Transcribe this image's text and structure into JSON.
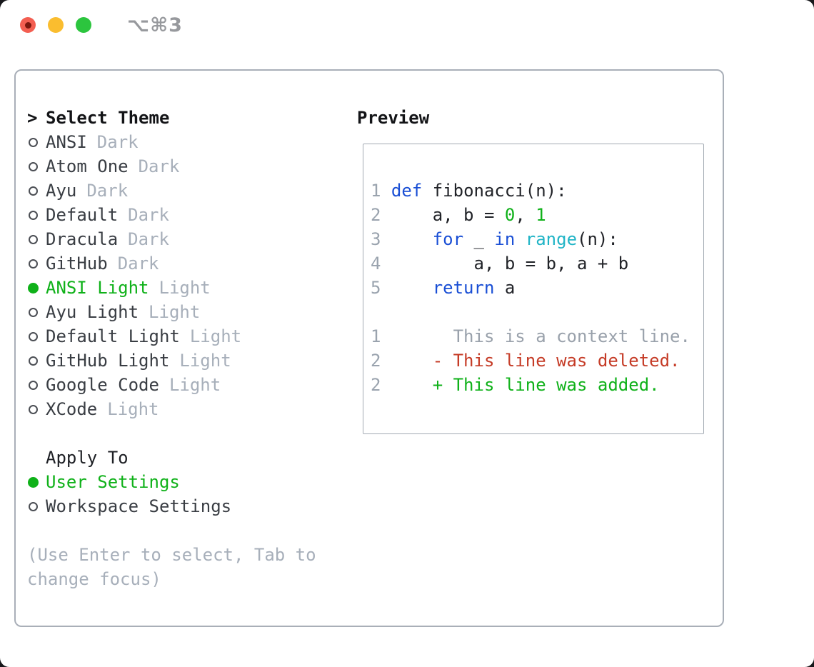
{
  "window": {
    "shortcut": "⌥⌘3",
    "traffic_lights": [
      "close",
      "minimize",
      "zoom"
    ]
  },
  "theme_panel": {
    "prompt": ">",
    "title": "Select Theme",
    "themes": [
      {
        "name": "ANSI",
        "variant": "Dark",
        "selected": false
      },
      {
        "name": "Atom One",
        "variant": "Dark",
        "selected": false
      },
      {
        "name": "Ayu",
        "variant": "Dark",
        "selected": false
      },
      {
        "name": "Default",
        "variant": "Dark",
        "selected": false
      },
      {
        "name": "Dracula",
        "variant": "Dark",
        "selected": false
      },
      {
        "name": "GitHub",
        "variant": "Dark",
        "selected": false
      },
      {
        "name": "ANSI Light",
        "variant": "Light",
        "selected": true
      },
      {
        "name": "Ayu Light",
        "variant": "Light",
        "selected": false
      },
      {
        "name": "Default Light",
        "variant": "Light",
        "selected": false
      },
      {
        "name": "GitHub Light",
        "variant": "Light",
        "selected": false
      },
      {
        "name": "Google Code",
        "variant": "Light",
        "selected": false
      },
      {
        "name": "XCode",
        "variant": "Light",
        "selected": false
      }
    ],
    "apply_to": {
      "title": "Apply To",
      "options": [
        {
          "label": "User Settings",
          "selected": true
        },
        {
          "label": "Workspace Settings",
          "selected": false
        }
      ]
    },
    "help": "(Use Enter to select, Tab to change focus)"
  },
  "preview": {
    "title": "Preview",
    "code_lines": [
      {
        "num": "1",
        "segments": [
          {
            "t": "def",
            "c": "kw"
          },
          {
            "t": " fibonacci(n):",
            "c": "fg"
          }
        ]
      },
      {
        "num": "2",
        "segments": [
          {
            "t": "    a, b = ",
            "c": "fg"
          },
          {
            "t": "0",
            "c": "num"
          },
          {
            "t": ", ",
            "c": "fg"
          },
          {
            "t": "1",
            "c": "num"
          }
        ]
      },
      {
        "num": "3",
        "segments": [
          {
            "t": "    ",
            "c": "fg"
          },
          {
            "t": "for",
            "c": "kw"
          },
          {
            "t": " _ ",
            "c": "fg"
          },
          {
            "t": "in",
            "c": "kw"
          },
          {
            "t": " ",
            "c": "fg"
          },
          {
            "t": "range",
            "c": "fn"
          },
          {
            "t": "(n):",
            "c": "fg"
          }
        ]
      },
      {
        "num": "4",
        "segments": [
          {
            "t": "        a, b = b, a + b",
            "c": "fg"
          }
        ]
      },
      {
        "num": "5",
        "segments": [
          {
            "t": "    ",
            "c": "fg"
          },
          {
            "t": "return",
            "c": "kw"
          },
          {
            "t": " a",
            "c": "fg"
          }
        ]
      }
    ],
    "diff_lines": [
      {
        "num": "1",
        "segments": [
          {
            "t": "      This is a context line.",
            "c": "ctx"
          }
        ]
      },
      {
        "num": "2",
        "segments": [
          {
            "t": "    - This line was deleted.",
            "c": "del"
          }
        ]
      },
      {
        "num": "2",
        "segments": [
          {
            "t": "    + This line was added.",
            "c": "add"
          }
        ]
      }
    ]
  },
  "colors": {
    "accentGreen": "#0fb119",
    "keywordBlue": "#1a4fd5",
    "functionCyan": "#20b4c6",
    "deletedRed": "#c53b26",
    "contextGray": "#99a1ab",
    "lineNumberGray": "#9aa3ae",
    "mutedGray": "#a7afba",
    "textDark": "#212328",
    "itemDark": "#393d43",
    "titleBlack": "#131417",
    "panelBorder": "#a9afb8",
    "previewBorder": "#a3aab3",
    "bulletGray": "#4b4e54",
    "shortcutGray": "#97999d",
    "trafficRed": "#f35e51",
    "trafficRedDot": "#7b170e",
    "trafficYellow": "#fabd2f",
    "trafficGreen": "#2cc53e"
  }
}
